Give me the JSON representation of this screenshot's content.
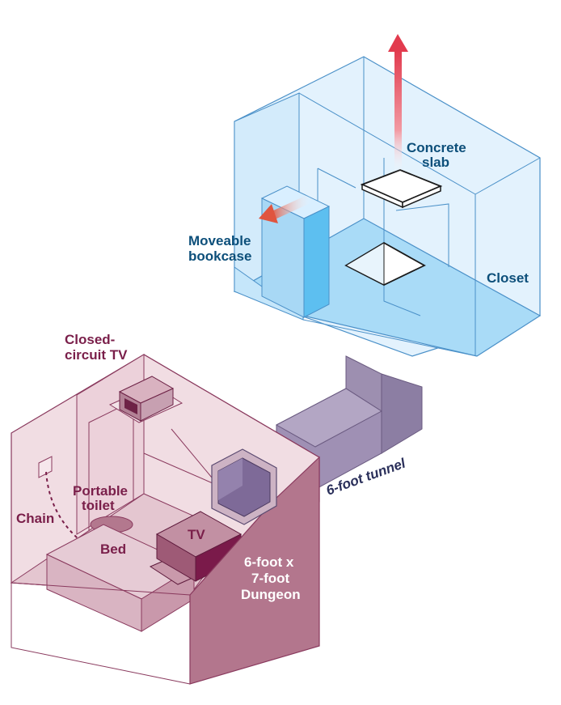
{
  "labels": {
    "concrete_slab": [
      "Concrete",
      "slab"
    ],
    "moveable_bookcase": [
      "Moveable",
      "bookcase"
    ],
    "closet": "Closet",
    "tunnel": "6-foot tunnel",
    "closed_circuit_tv": [
      "Closed-",
      "circuit TV"
    ],
    "portable_toilet": [
      "Portable",
      "toilet"
    ],
    "chain": "Chain",
    "bed": "Bed",
    "tv": "TV",
    "dungeon": [
      "6-foot x",
      "7-foot",
      "Dungeon"
    ]
  },
  "colors": {
    "closet_fill": "#dcefff",
    "closet_floor": "#9fd6f7",
    "closet_line": "#4a90c8",
    "tunnel_fill": "#a99ab8",
    "dungeon_fill": "#f1dde3",
    "dungeon_wall": "#b9758c",
    "dungeon_line": "#8a3a5e",
    "arrow_red": "#e23b4e",
    "label_blue": "#0d4f7a",
    "label_maroon": "#7a1f4a"
  }
}
